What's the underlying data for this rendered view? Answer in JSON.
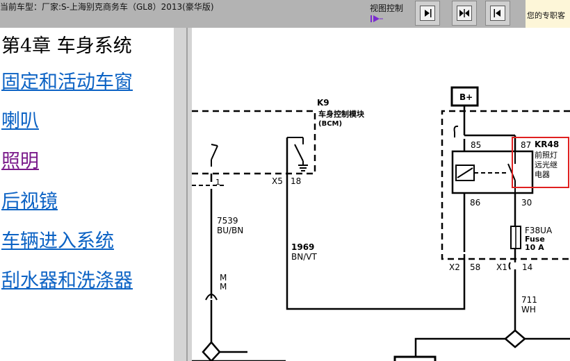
{
  "header": {
    "car_label": "当前车型：厂家:S-上海别克商务车（GL8）2013(豪华版)",
    "view_control_label": "视图控制",
    "expert_label": "您的专职客"
  },
  "toc": {
    "chapter_title": "第4章  车身系统",
    "links": [
      {
        "label": "固定和活动车窗",
        "visited": false
      },
      {
        "label": "喇叭",
        "visited": false
      },
      {
        "label": "照明",
        "visited": true
      },
      {
        "label": "后视镜",
        "visited": false
      },
      {
        "label": "车辆进入系统",
        "visited": false
      },
      {
        "label": "刮水器和洗涤器",
        "visited": false
      }
    ]
  },
  "diagram": {
    "module_id": "K9",
    "module_name": "车身控制模块",
    "module_abbr": "(BCM)",
    "bplus": "B+",
    "relay_id": "KR48",
    "relay_name_1": "前照灯",
    "relay_name_2": "远光继",
    "relay_name_3": "电器",
    "pin_85": "85",
    "pin_87": "87",
    "pin_86": "86",
    "pin_30": "30",
    "fuse_id": "F38UA",
    "fuse_word": "Fuse",
    "fuse_rating": "10 A",
    "conn_x2": "X2",
    "pin_58": "58",
    "conn_x1": "X1",
    "pin_14": "14",
    "conn_x5": "X5",
    "pin_18": "18",
    "pin_1": "1",
    "wire1_num": "7539",
    "wire1_color": "BU/BN",
    "wire2_num": "1969",
    "wire2_color": "BN/VT",
    "wire3_num": "711",
    "wire3_color": "WH",
    "mm_1": "M",
    "mm_2": "M",
    "highlight_color": "#e02020"
  }
}
